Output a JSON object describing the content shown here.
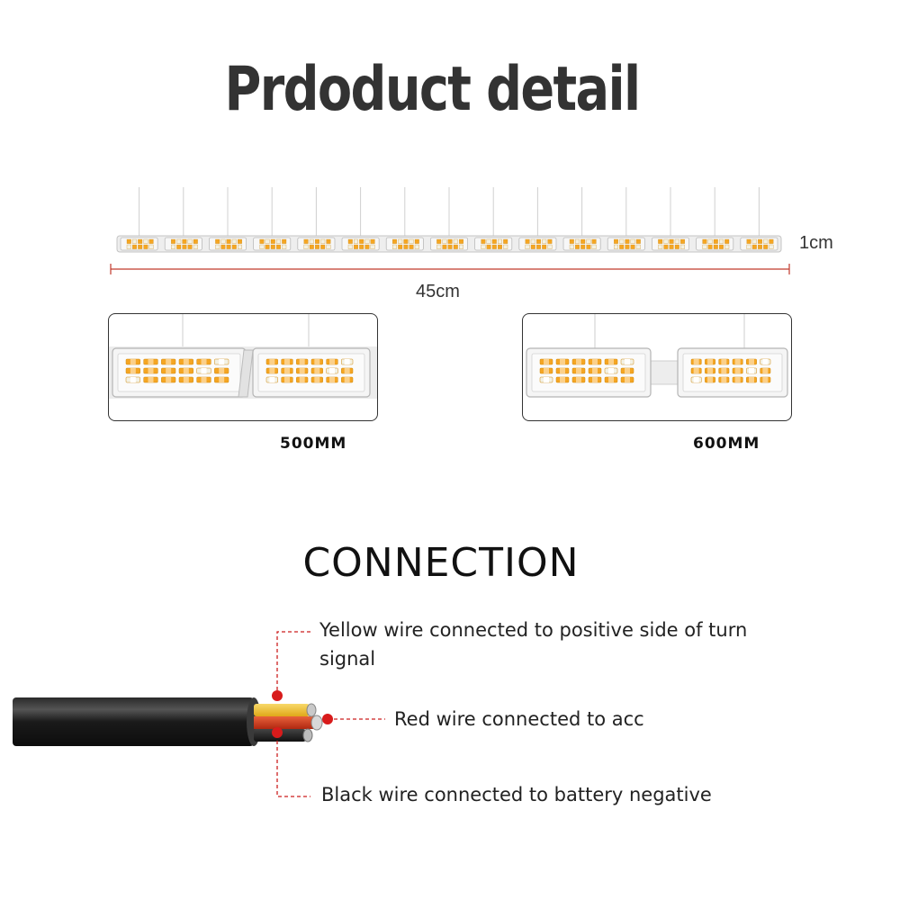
{
  "header": {
    "title": "Prdoduct detail"
  },
  "strip": {
    "height_label": "1cm",
    "length_label": "45cm"
  },
  "details": [
    {
      "label": "500MM"
    },
    {
      "label": "600MM"
    }
  ],
  "connection": {
    "title": "CONNECTION",
    "yellow_label_line1": "Yellow wire connected to positive side of turn",
    "yellow_label_line2": "signal",
    "red_label": "Red wire connected to acc",
    "black_label": "Black wire connected to battery negative"
  },
  "colors": {
    "amber_led": "#f5a623",
    "white_led": "#f3f1e4",
    "cable": "#1a1a1a",
    "leader": "#cc1f1f",
    "yellow_wire": "#f2c230",
    "red_wire": "#d23a1e"
  }
}
